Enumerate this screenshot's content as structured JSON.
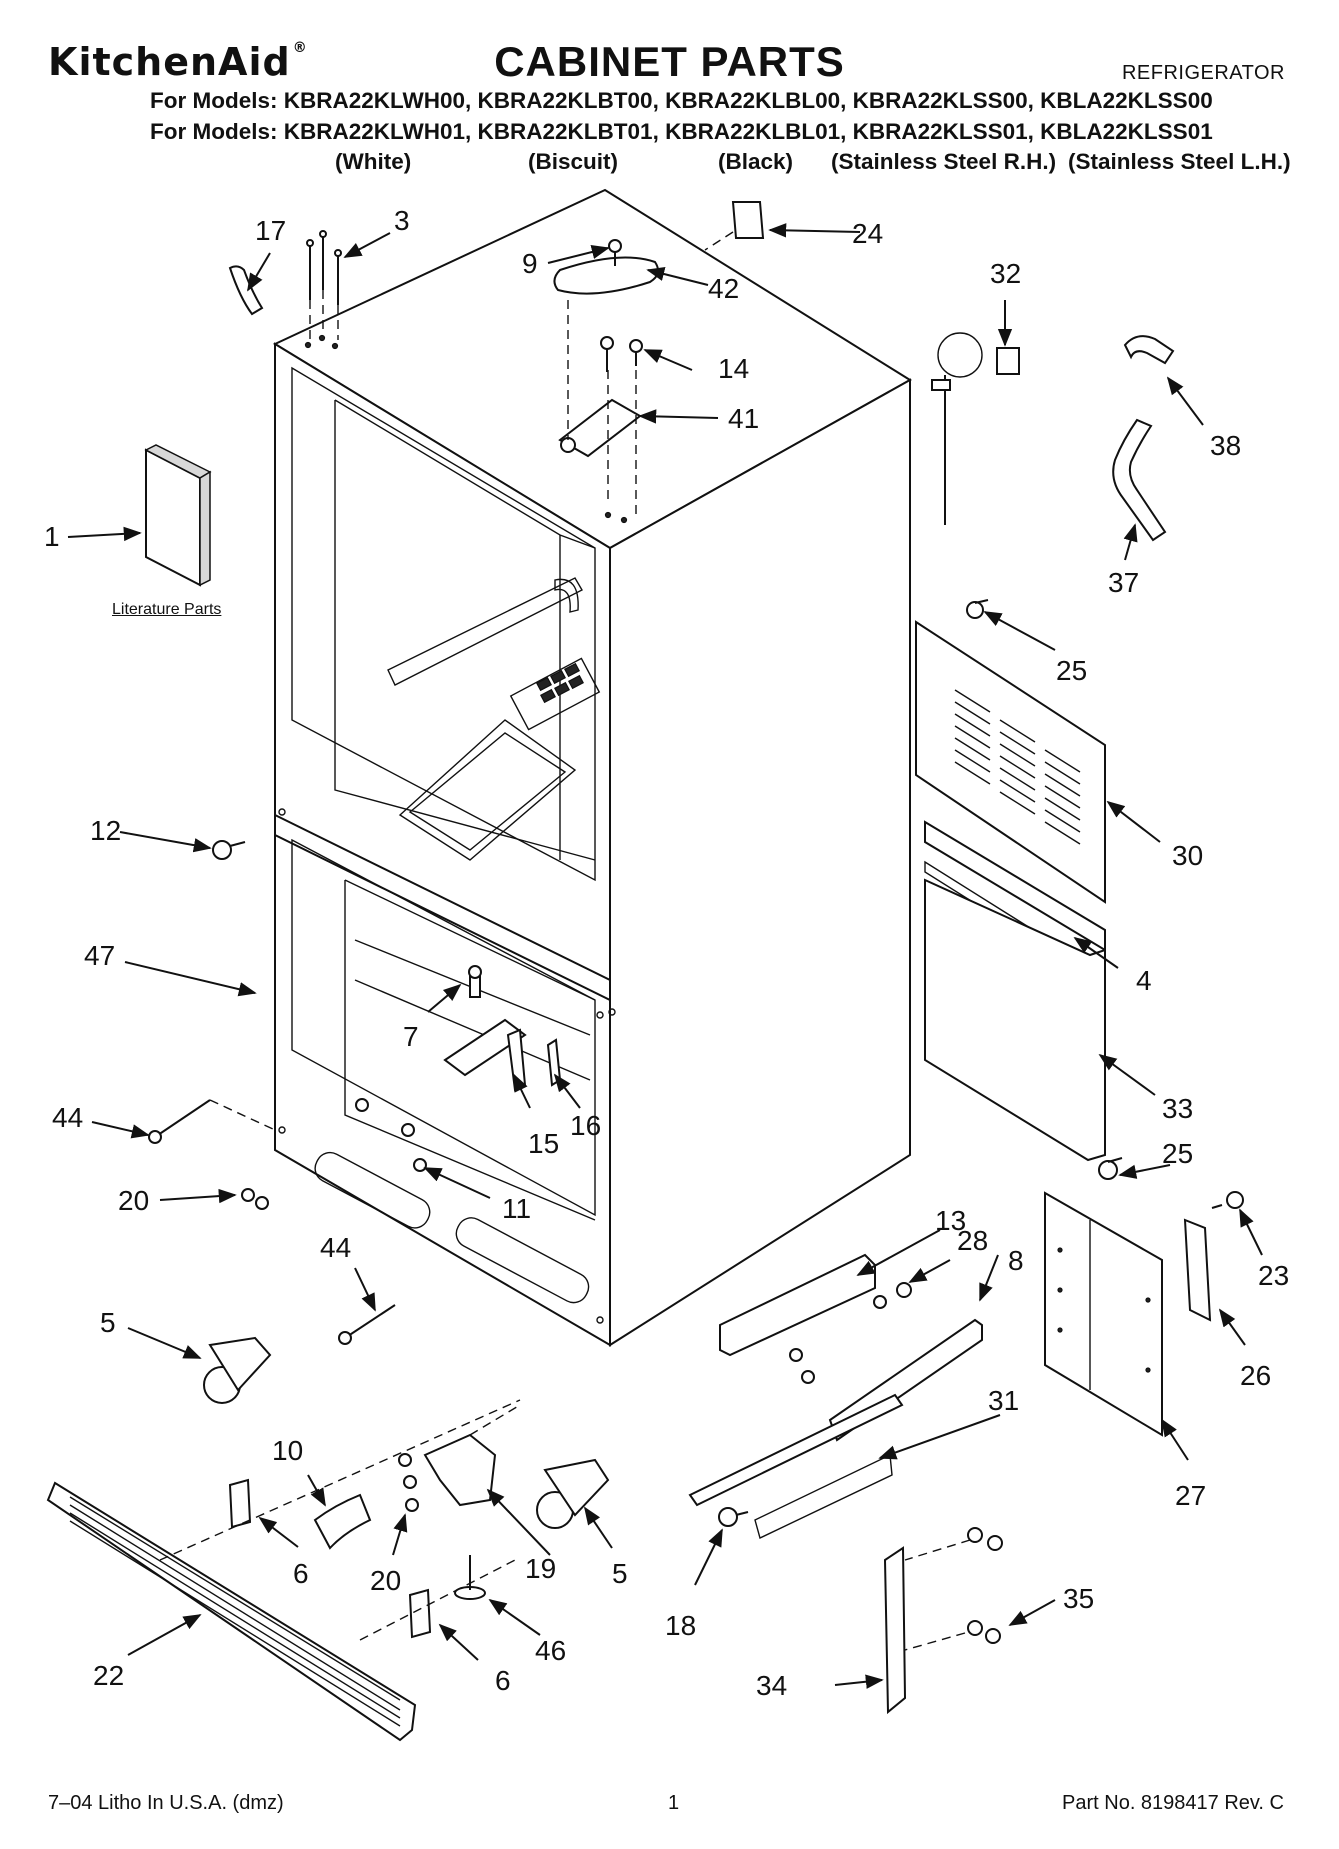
{
  "header": {
    "brand": "KitchenAid",
    "brand_mark": "®",
    "title": "CABINET PARTS",
    "category": "REFRIGERATOR",
    "models_line1": "For Models: KBRA22KLWH00, KBRA22KLBT00, KBRA22KLBL00, KBRA22KLSS00, KBLA22KLSS00",
    "models_line2": "For Models: KBRA22KLWH01, KBRA22KLBT01, KBRA22KLBL01, KBRA22KLSS01, KBLA22KLSS01",
    "finishes": [
      "(White)",
      "(Biscuit)",
      "(Black)",
      "(Stainless Steel R.H.)",
      "(Stainless Steel L.H.)"
    ]
  },
  "literature_label": "Literature Parts",
  "callouts": {
    "c1": "1",
    "c3": "3",
    "c4": "4",
    "c5a": "5",
    "c5b": "5",
    "c6a": "6",
    "c6b": "6",
    "c7": "7",
    "c8": "8",
    "c9": "9",
    "c10": "10",
    "c11": "11",
    "c12": "12",
    "c13": "13",
    "c14": "14",
    "c15": "15",
    "c16": "16",
    "c17": "17",
    "c18": "18",
    "c19": "19",
    "c20a": "20",
    "c20b": "20",
    "c22": "22",
    "c23": "23",
    "c24": "24",
    "c25a": "25",
    "c25b": "25",
    "c26": "26",
    "c27": "27",
    "c28": "28",
    "c30": "30",
    "c31": "31",
    "c32": "32",
    "c33": "33",
    "c34": "34",
    "c35": "35",
    "c37": "37",
    "c38": "38",
    "c41": "41",
    "c42": "42",
    "c44a": "44",
    "c44b": "44",
    "c46": "46",
    "c47": "47"
  },
  "footer": {
    "left": "7–04 Litho In U.S.A. (dmz)",
    "center": "1",
    "right": "Part No. 8198417 Rev. C"
  }
}
